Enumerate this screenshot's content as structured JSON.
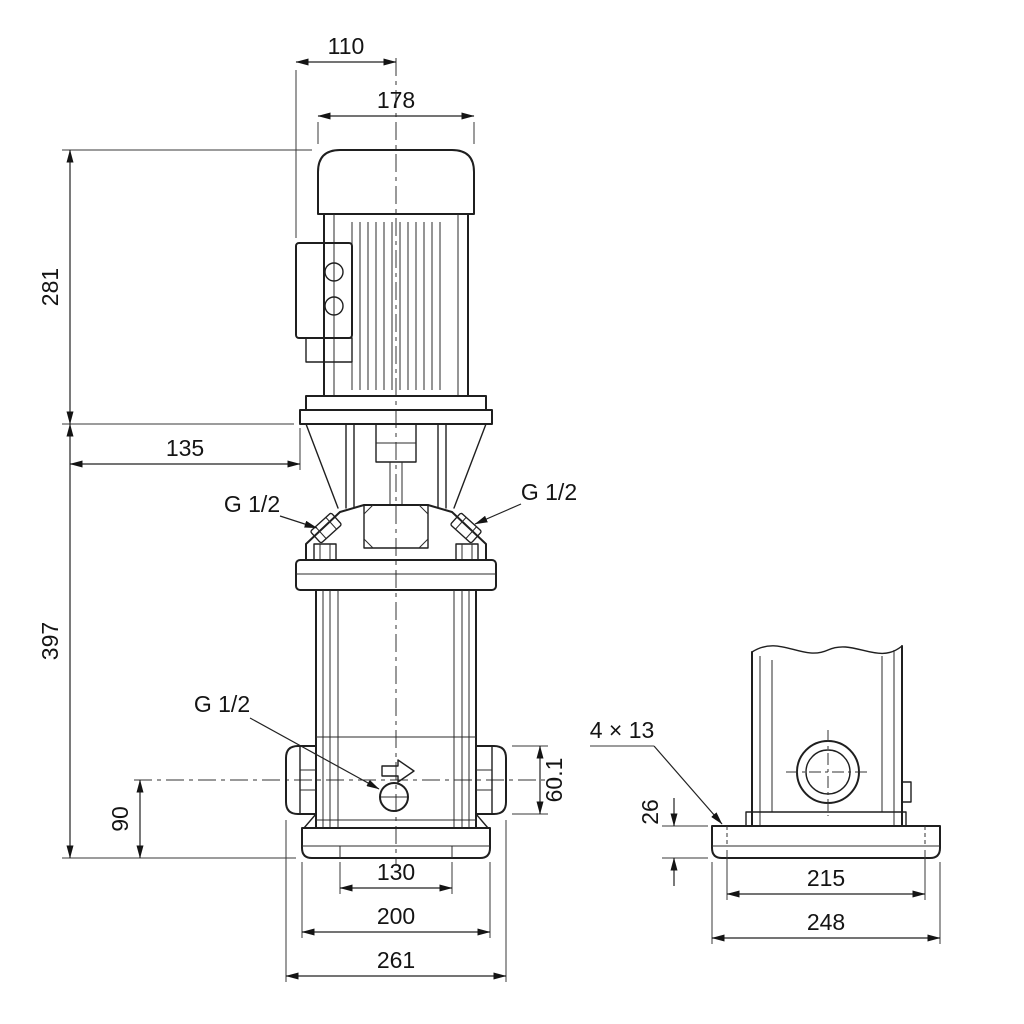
{
  "views": {
    "front": {
      "dims": {
        "d110": "110",
        "d178": "178",
        "d281": "281",
        "d135": "135",
        "d397": "397",
        "d90": "90",
        "d60_1": "60.1",
        "d130": "130",
        "d200": "200",
        "d261": "261",
        "g12_left": "G 1/2",
        "g12_right": "G 1/2",
        "g12_drain": "G 1/2"
      }
    },
    "end": {
      "dims": {
        "holes": "4 × 13",
        "d26": "26",
        "d215": "215",
        "d248": "248"
      }
    }
  }
}
